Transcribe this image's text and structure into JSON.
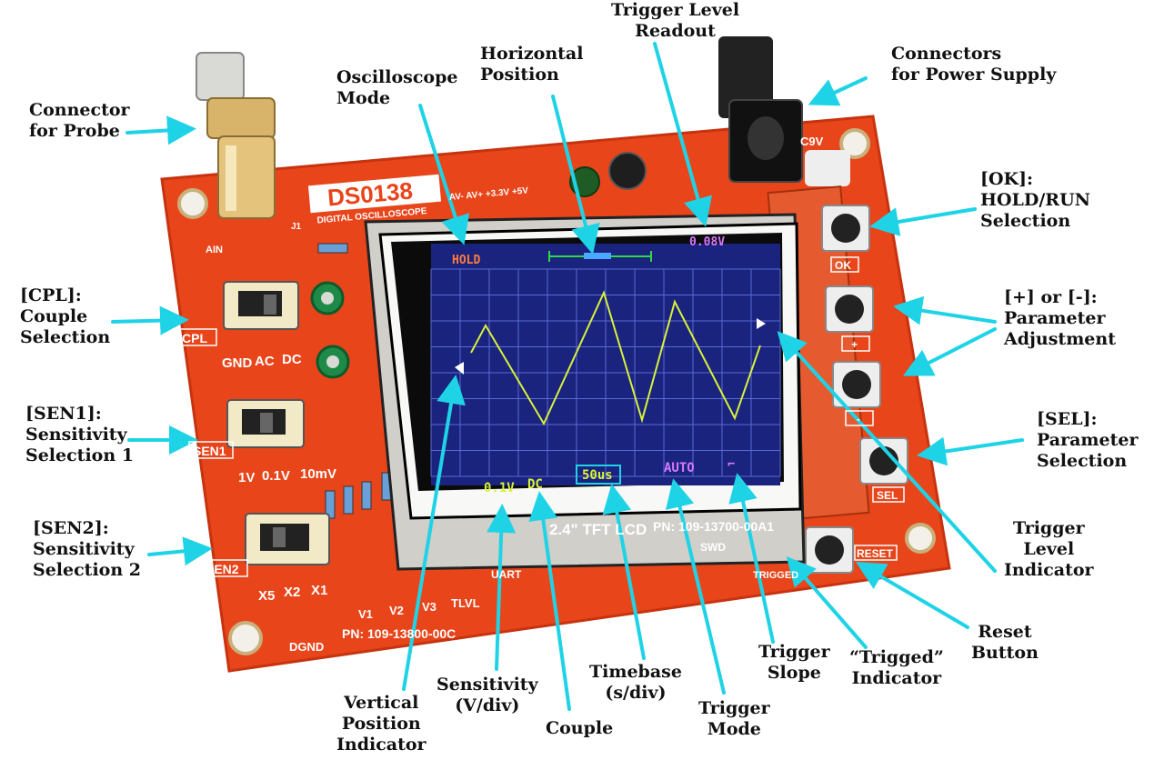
{
  "board": {
    "model": "DS0138",
    "subtitle": "DIGITAL OSCILLOSCOPE",
    "lcd_label": "2.4\" TFT LCD",
    "pn_lcd": "PN: 109-13700-00A1",
    "pn_board": "PN: 109-13800-00C",
    "power_jack": "C9V",
    "j1": "J1",
    "ain": "AIN",
    "dgnd": "DGND",
    "tlvl": "TLVL",
    "v1": "V1",
    "v2": "V2",
    "v3": "V3",
    "uart": "UART",
    "swd": "SWD",
    "trigged_led": "TRIGGED",
    "rails": "AV-  AV+ +3.3V +5V",
    "cpl_opts": [
      "GND",
      "AC",
      "DC"
    ],
    "sen1_opts": [
      "1V",
      "0.1V",
      "10mV"
    ],
    "sen2_opts": [
      "X5",
      "X2",
      "X1"
    ],
    "switch_tags": [
      "CPL",
      "SEN1",
      "SEN2"
    ],
    "button_tags": [
      "OK",
      "+",
      "-",
      "SEL",
      "RESET"
    ],
    "color_board": "#e8451b",
    "color_trace": "#d8f23a"
  },
  "screen": {
    "hold": "HOLD",
    "trigger_level": "0.08V",
    "sensitivity": "0.1V",
    "couple": "DC",
    "timebase": "50us",
    "trigger_mode": "AUTO",
    "trigger_slope": "⌐",
    "bg_color": "#1a237e",
    "grid_color": "#5a6ad6"
  },
  "labels": {
    "trigger_level_readout": [
      "Trigger Level",
      "Readout"
    ],
    "horizontal_position": [
      "Horizontal",
      "Position"
    ],
    "oscilloscope_mode": [
      "Oscilloscope",
      "Mode"
    ],
    "connectors_power": [
      "Connectors",
      "for Power Supply"
    ],
    "connector_probe": [
      "Connector",
      "for Probe"
    ],
    "ok": [
      "[OK]:",
      "HOLD/RUN",
      "Selection"
    ],
    "cpl": [
      "[CPL]:",
      "Couple",
      "Selection"
    ],
    "plus_minus": [
      "[+] or [-]:",
      "Parameter",
      "Adjustment"
    ],
    "sen1": [
      "[SEN1]:",
      "Sensitivity",
      "Selection 1"
    ],
    "sel": [
      "[SEL]:",
      "Parameter",
      "Selection"
    ],
    "sen2": [
      "[SEN2]:",
      "Sensitivity",
      "Selection 2"
    ],
    "trigger_level_indicator": [
      "Trigger",
      "Level",
      "Indicator"
    ],
    "reset": [
      "Reset",
      "Button"
    ],
    "trigger_slope": [
      "Trigger",
      "Slope"
    ],
    "trigged": [
      "“Trigged”",
      "Indicator"
    ],
    "timebase": [
      "Timebase",
      "(s/div)"
    ],
    "sensitivity": [
      "Sensitivity",
      "(V/div)"
    ],
    "vertical_position": [
      "Vertical",
      "Position",
      "Indicator"
    ],
    "couple": [
      "Couple"
    ],
    "trigger_mode": [
      "Trigger",
      "Mode"
    ]
  }
}
